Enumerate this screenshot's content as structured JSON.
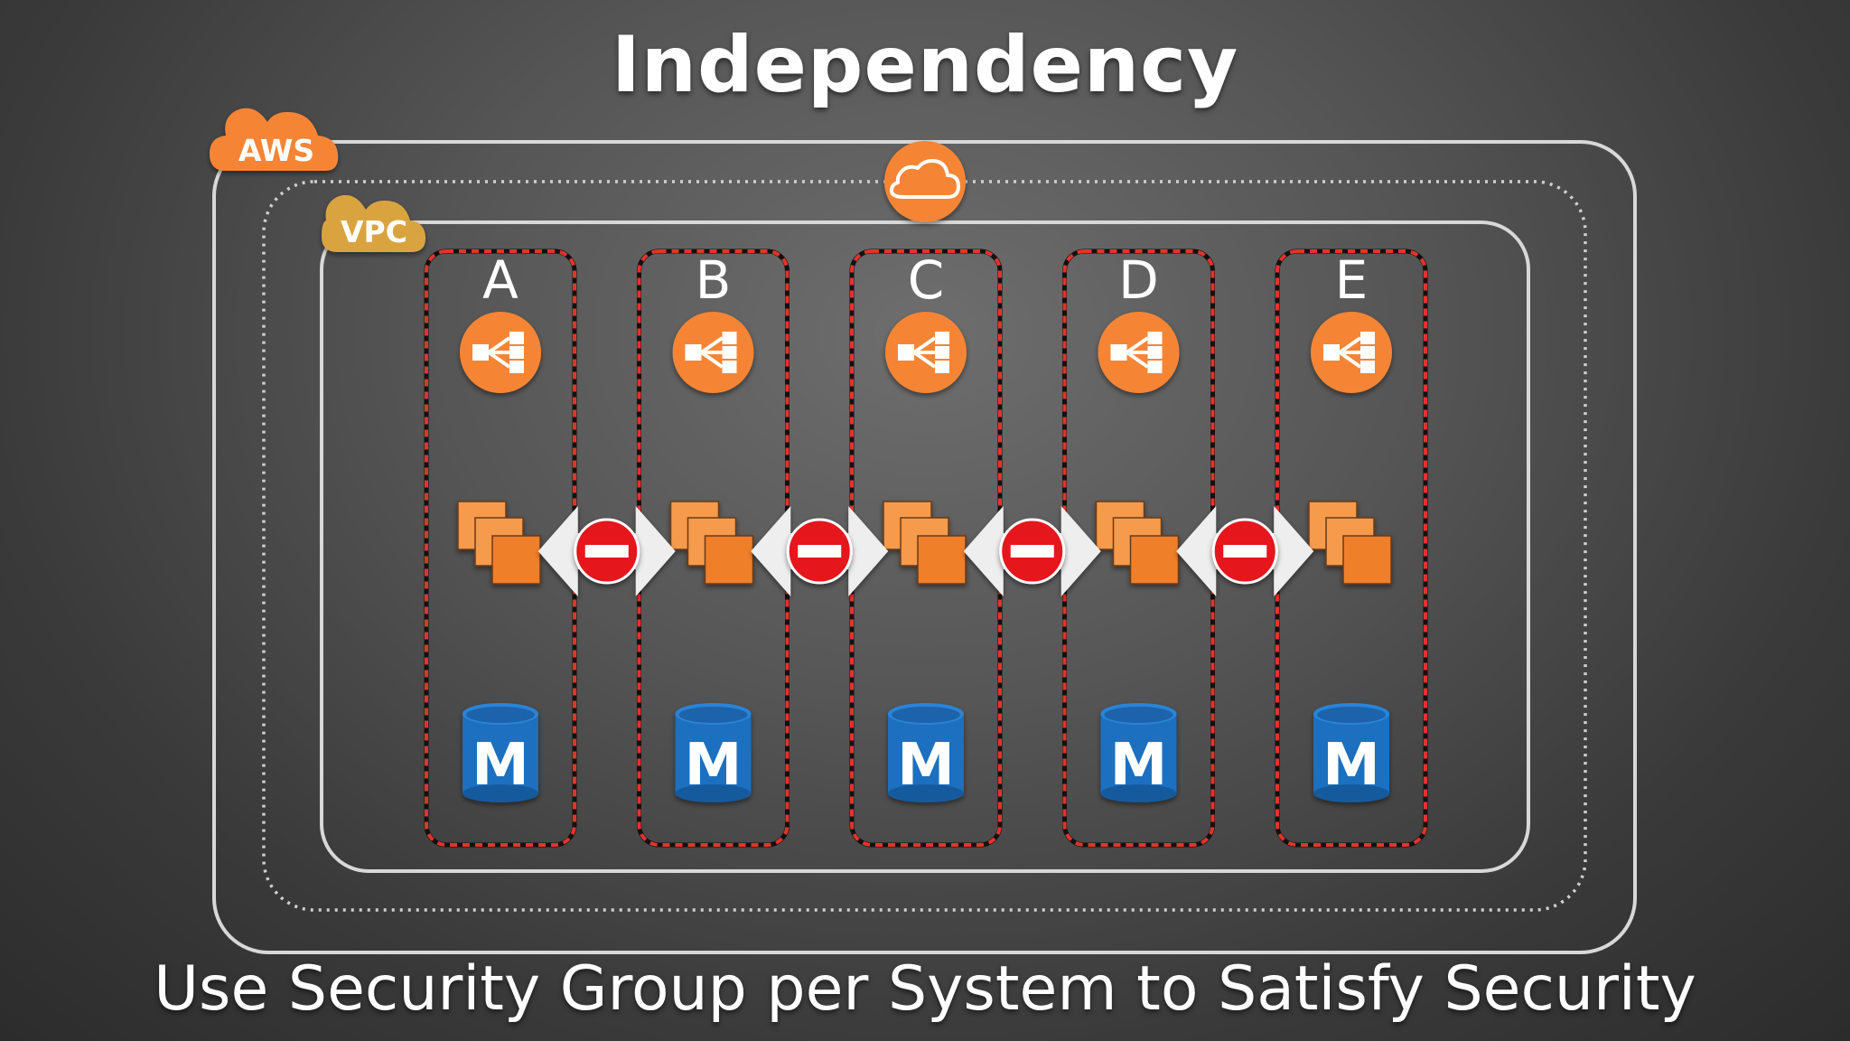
{
  "title": "Independency",
  "caption": "Use Security Group per System to Satisfy Security",
  "badges": {
    "aws": "AWS",
    "vpc": "VPC"
  },
  "systems": [
    {
      "label": "A",
      "db_letter": "M"
    },
    {
      "label": "B",
      "db_letter": "M"
    },
    {
      "label": "C",
      "db_letter": "M"
    },
    {
      "label": "D",
      "db_letter": "M"
    },
    {
      "label": "E",
      "db_letter": "M"
    }
  ],
  "icons": {
    "internet_gateway": "cloud-icon",
    "load_balancer": "load-balancer-icon",
    "instances": "ec2-instances-icon",
    "database": "database-icon",
    "blocked_link": "no-entry-icon"
  },
  "colors": {
    "aws_orange": "#f58536",
    "vpc_gold": "#d9a441",
    "security_group_border": "#e4332b",
    "db_blue": "#1d6fbf",
    "no_entry_red": "#e5141f",
    "arrow_white": "#eeeeee"
  }
}
